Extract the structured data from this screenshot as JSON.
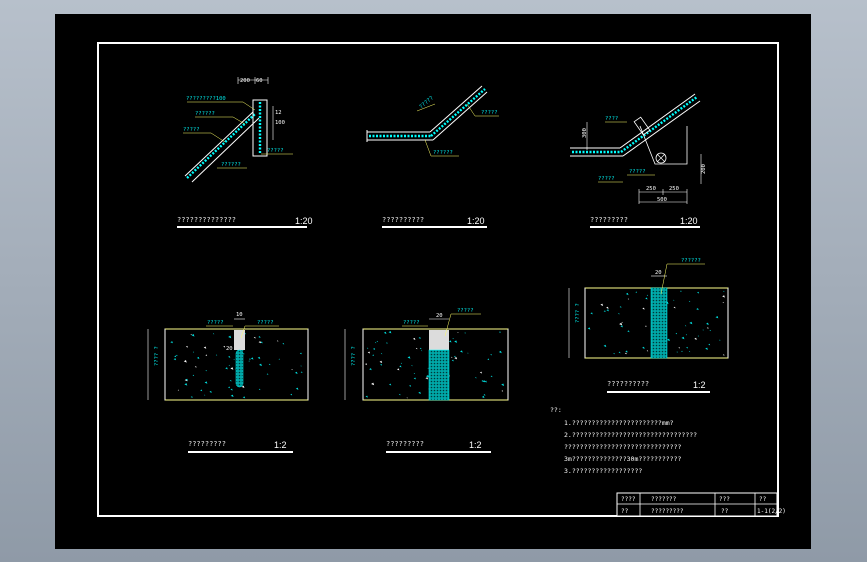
{
  "details": {
    "d1": {
      "title": "??????????????",
      "scale": "1:20",
      "callouts": [
        "?????????100",
        "??????",
        "?????",
        "?????",
        "??????"
      ],
      "dims": [
        "200",
        "60",
        "100",
        "12"
      ]
    },
    "d2": {
      "title": "??????????",
      "scale": "1:20",
      "callouts": [
        "?????",
        "?????",
        "??????"
      ]
    },
    "d3": {
      "title": "?????????",
      "scale": "1:20",
      "callouts": [
        "????",
        "?????",
        "?????"
      ],
      "dims": [
        "300",
        "250",
        "250",
        "500",
        "200"
      ]
    },
    "s1": {
      "title": "?????????",
      "scale": "1:2",
      "dims": [
        "10",
        "20"
      ],
      "callouts": [
        "?????",
        "?????"
      ],
      "thickness": "???? ?"
    },
    "s2": {
      "title": "?????????",
      "scale": "1:2",
      "dims": [
        "20"
      ],
      "callouts": [
        "?????",
        "?????"
      ],
      "thickness": "???? ?"
    },
    "s3": {
      "title": "??????????",
      "scale": "1:2",
      "dims": [
        "20"
      ],
      "callouts": [
        "??????"
      ],
      "thickness": "???? ?"
    }
  },
  "notes": {
    "heading": "??:",
    "lines": [
      "1.???????????????????????mm?",
      "2.????????????????????????????????",
      "  ??????????????????????????????",
      "  3m??????????????30m???????????",
      "3.??????????????????"
    ]
  },
  "title_block": {
    "row1": [
      "????",
      "???????",
      "???",
      "??"
    ],
    "row2": [
      "??",
      "?????????",
      "??"
    ],
    "drawing_no": "1-1(2/2)"
  },
  "colors": {
    "line": "#ffffff",
    "accent": "#00ffff",
    "leader": "#ffff66",
    "panel": "#000000"
  }
}
